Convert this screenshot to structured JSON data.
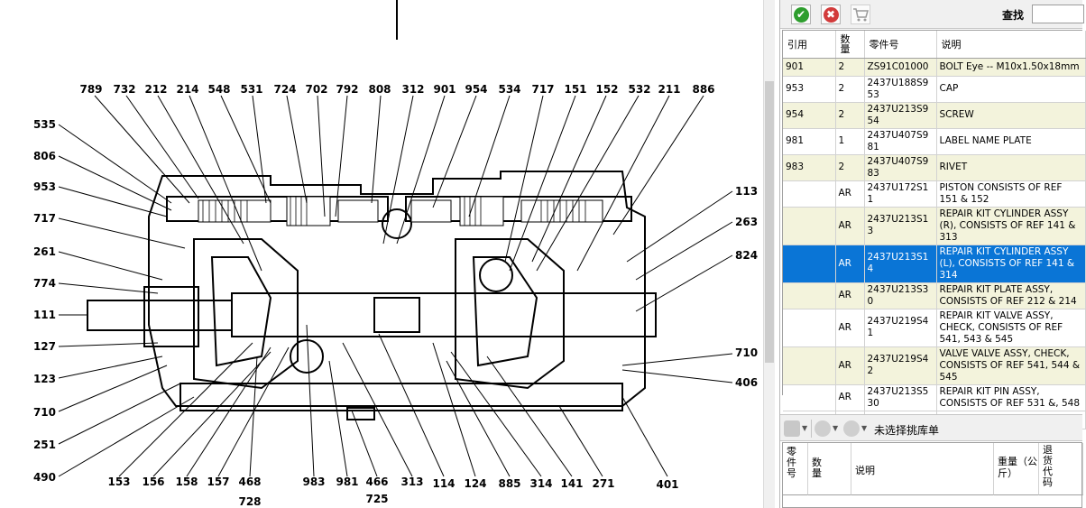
{
  "diagram": {
    "callouts": {
      "top": [
        "789",
        "732",
        "212",
        "214",
        "548",
        "531",
        "724",
        "702",
        "792",
        "808",
        "312",
        "901",
        "954",
        "534",
        "717",
        "151",
        "152",
        "532",
        "211",
        "886"
      ],
      "left": [
        "535",
        "806",
        "953",
        "717",
        "261",
        "774",
        "111",
        "127",
        "123",
        "710",
        "251",
        "490"
      ],
      "right": [
        "113",
        "263",
        "824",
        "710",
        "406"
      ],
      "bottom": [
        "153",
        "156",
        "158",
        "157",
        "468",
        "728",
        "983",
        "981",
        "466",
        "725",
        "313",
        "114",
        "124",
        "885",
        "314",
        "141",
        "271",
        "401"
      ]
    }
  },
  "toolbar": {
    "confirm_button": "✔",
    "cancel_button": "✖",
    "cart_icon": "cart-icon",
    "search_label": "查找",
    "search_value": ""
  },
  "parts_table": {
    "columns": [
      "引用",
      "数量",
      "零件号",
      "说明"
    ],
    "rows": [
      {
        "ref": "901",
        "qty": "2",
        "part_no": "ZS91C01000",
        "desc": "BOLT Eye -- M10x1.50x18mm"
      },
      {
        "ref": "953",
        "qty": "2",
        "part_no": "2437U188S953",
        "desc": "CAP"
      },
      {
        "ref": "954",
        "qty": "2",
        "part_no": "2437U213S954",
        "desc": "SCREW"
      },
      {
        "ref": "981",
        "qty": "1",
        "part_no": "2437U407S981",
        "desc": "LABEL NAME PLATE"
      },
      {
        "ref": "983",
        "qty": "2",
        "part_no": "2437U407S983",
        "desc": "RIVET"
      },
      {
        "ref": "",
        "qty": "AR",
        "part_no": "2437U172S11",
        "desc": "PISTON CONSISTS OF REF 151 & 152"
      },
      {
        "ref": "",
        "qty": "AR",
        "part_no": "2437U213S13",
        "desc": "REPAIR KIT CYLINDER ASSY (R), CONSISTS OF REF 141 & 313"
      },
      {
        "ref": "",
        "qty": "AR",
        "part_no": "2437U213S14",
        "desc": "REPAIR KIT CYLINDER ASSY (L), CONSISTS OF REF 141 & 314"
      },
      {
        "ref": "",
        "qty": "AR",
        "part_no": "2437U213S30",
        "desc": "REPAIR KIT PLATE ASSY, CONSISTS OF REF 212 &  214"
      },
      {
        "ref": "",
        "qty": "AR",
        "part_no": "2437U219S41",
        "desc": "REPAIR KIT VALVE ASSY, CHECK, CONSISTS OF REF 541, 543 & 545"
      },
      {
        "ref": "",
        "qty": "AR",
        "part_no": "2437U219S42",
        "desc": "VALVE VALVE ASSY, CHECK, CONSISTS OF REF 541, 544 & 545"
      },
      {
        "ref": "",
        "qty": "AR",
        "part_no": "2437U213S530",
        "desc": "REPAIR KIT PIN ASSY, CONSISTS OF REF 531 &, 548"
      }
    ],
    "selected_index": 7
  },
  "pick_toolbar": {
    "selection_label": "未选择挑库单"
  },
  "pick_table": {
    "columns": [
      "零件号",
      "数量",
      "说明",
      "重量（公斤）",
      "退货代码"
    ]
  },
  "colors": {
    "selected_row": "#0a75d6",
    "odd_row": "#f3f3dc",
    "confirm_green": "#2e9e2e",
    "cancel_red": "#d23b3b"
  }
}
